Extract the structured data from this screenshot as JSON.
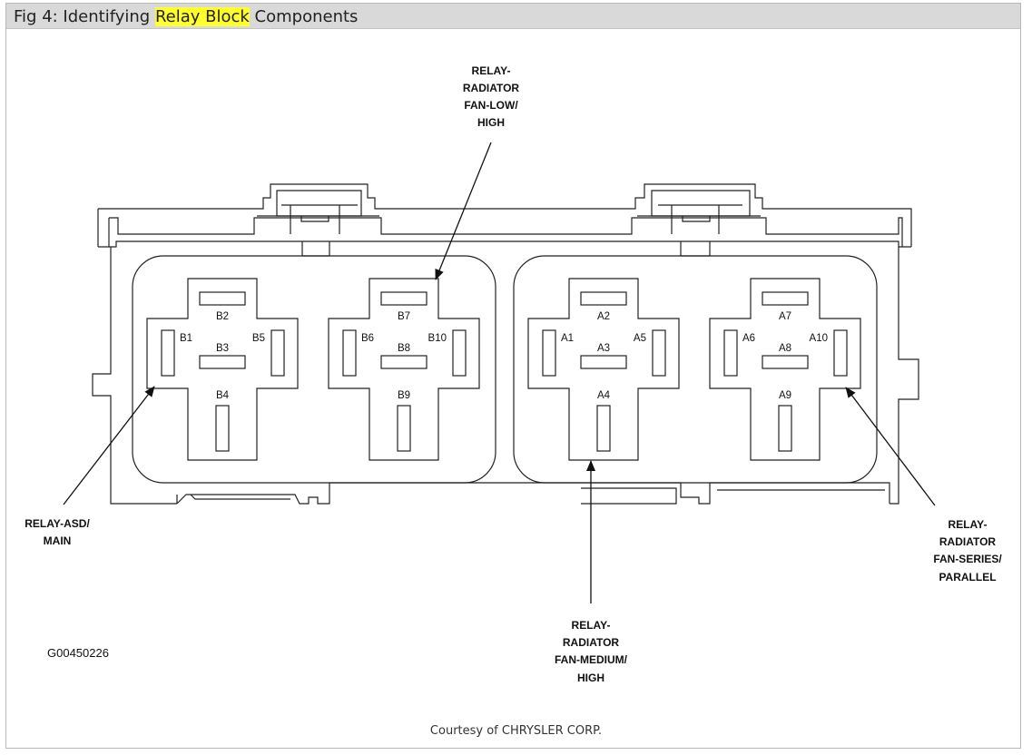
{
  "figure": {
    "title_prefix": "Fig 4: Identifying ",
    "title_highlight": "Relay Block",
    "title_suffix": " Components",
    "highlight_color": "#ffff2e"
  },
  "labels": {
    "fan_low_high": [
      "RELAY-",
      "RADIATOR",
      "FAN-LOW/",
      "HIGH"
    ],
    "asd_main": [
      "RELAY-ASD/",
      "MAIN"
    ],
    "fan_medium_high": [
      "RELAY-",
      "RADIATOR",
      "FAN-MEDIUM/",
      "HIGH"
    ],
    "fan_series_parallel": [
      "RELAY-",
      "RADIATOR",
      "FAN-SERIES/",
      "PARALLEL"
    ]
  },
  "relays": [
    {
      "pins": {
        "top": "B2",
        "left": "B1",
        "center": "B3",
        "right": "B5",
        "bottom": "B4"
      }
    },
    {
      "pins": {
        "top": "B7",
        "left": "B6",
        "center": "B8",
        "right": "B10",
        "bottom": "B9"
      }
    },
    {
      "pins": {
        "top": "A2",
        "left": "A1",
        "center": "A3",
        "right": "A5",
        "bottom": "A4"
      }
    },
    {
      "pins": {
        "top": "A7",
        "left": "A6",
        "center": "A8",
        "right": "A10",
        "bottom": "A9"
      }
    }
  ],
  "diagram_code": "G00450226",
  "courtesy": "Courtesy of CHRYSLER CORP."
}
